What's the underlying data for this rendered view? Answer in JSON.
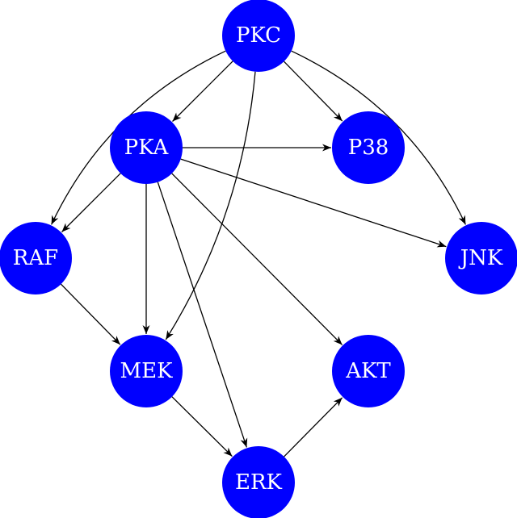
{
  "colors": {
    "node_fill": "#0000ff",
    "node_text": "#ffffff",
    "edge": "#000000",
    "background": "#ffffff"
  },
  "nodes": [
    {
      "id": "PKC",
      "label": "PKC"
    },
    {
      "id": "PKA",
      "label": "PKA"
    },
    {
      "id": "P38",
      "label": "P38"
    },
    {
      "id": "RAF",
      "label": "RAF"
    },
    {
      "id": "JNK",
      "label": "JNK"
    },
    {
      "id": "MEK",
      "label": "MEK"
    },
    {
      "id": "AKT",
      "label": "AKT"
    },
    {
      "id": "ERK",
      "label": "ERK"
    }
  ],
  "edges": [
    {
      "from": "PKC",
      "to": "PKA"
    },
    {
      "from": "PKC",
      "to": "P38"
    },
    {
      "from": "PKC",
      "to": "RAF"
    },
    {
      "from": "PKC",
      "to": "JNK"
    },
    {
      "from": "PKC",
      "to": "MEK"
    },
    {
      "from": "PKA",
      "to": "P38"
    },
    {
      "from": "PKA",
      "to": "RAF"
    },
    {
      "from": "PKA",
      "to": "JNK"
    },
    {
      "from": "PKA",
      "to": "MEK"
    },
    {
      "from": "PKA",
      "to": "AKT"
    },
    {
      "from": "PKA",
      "to": "ERK"
    },
    {
      "from": "RAF",
      "to": "MEK"
    },
    {
      "from": "MEK",
      "to": "ERK"
    },
    {
      "from": "ERK",
      "to": "AKT"
    }
  ]
}
